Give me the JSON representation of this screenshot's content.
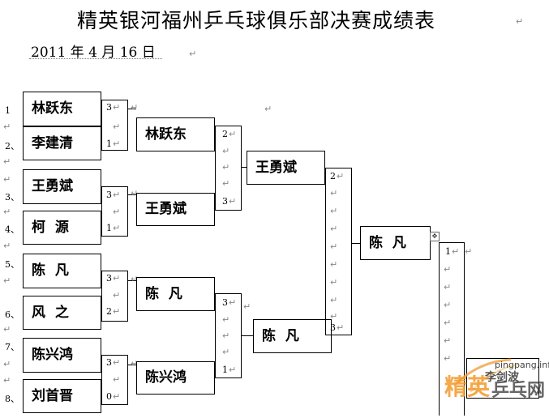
{
  "title": "精英银河福州乒乓球俱乐部决赛成绩表",
  "date": "2011 年 4 月 16 日",
  "seeds": [
    "1",
    "2、",
    "3、",
    "4、",
    "5、",
    "6、",
    "7、",
    "8、"
  ],
  "round1": [
    {
      "name": "林跃东",
      "score": "3"
    },
    {
      "name": "李建清",
      "score": "1"
    },
    {
      "name": "王勇斌",
      "score": "3"
    },
    {
      "name": "柯  源",
      "score": "1"
    },
    {
      "name": "陈  凡",
      "score": "3"
    },
    {
      "name": "风  之",
      "score": "2"
    },
    {
      "name": "陈兴鸿",
      "score": "3"
    },
    {
      "name": "刘首晋",
      "score": "0"
    }
  ],
  "round2": [
    {
      "name": "林跃东",
      "score": "2"
    },
    {
      "name": "王勇斌",
      "score": "3"
    },
    {
      "name": "陈  凡",
      "score": "3"
    },
    {
      "name": "陈兴鸿",
      "score": "1"
    }
  ],
  "round3": [
    {
      "name": "王勇斌",
      "score": "2"
    },
    {
      "name": "陈  凡",
      "score": "3"
    }
  ],
  "final": {
    "name": "陈  凡",
    "score": "1"
  },
  "partial_name": "李剑波",
  "watermark": {
    "url": "pingpang.info",
    "brand1": "精英",
    "brand2": "乒乓",
    "brand3": "网"
  }
}
